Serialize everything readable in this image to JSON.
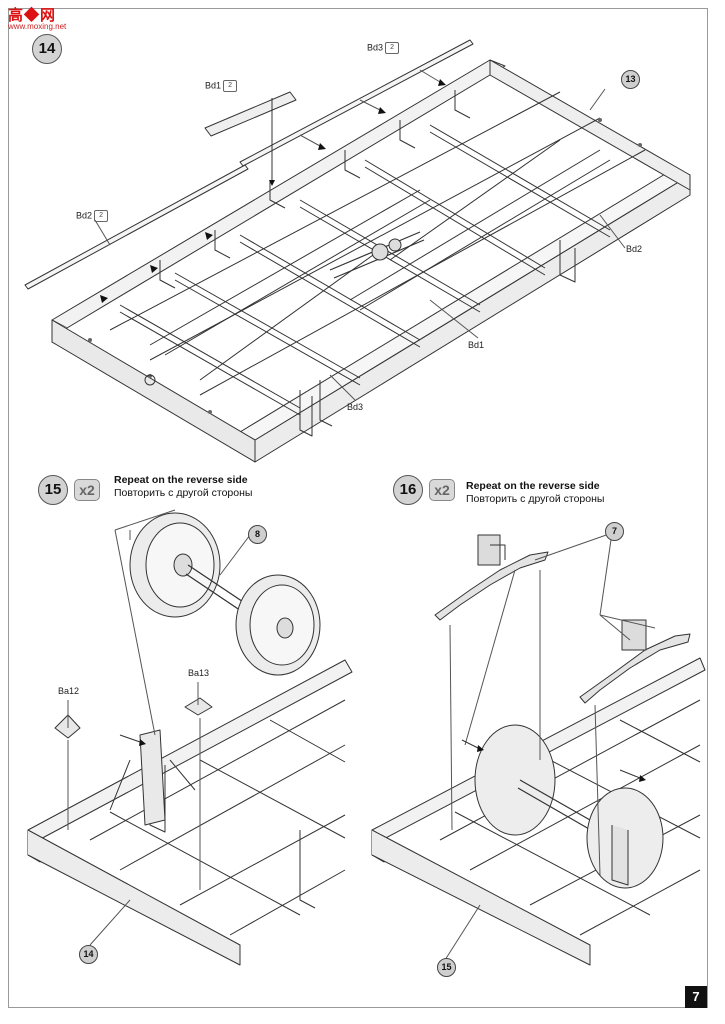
{
  "watermark": {
    "text": "高◆网",
    "sub": "www.moxing.net"
  },
  "steps": [
    {
      "number": "14",
      "multiplier": ""
    },
    {
      "number": "15",
      "multiplier": "x2"
    },
    {
      "number": "16",
      "multiplier": "x2"
    }
  ],
  "instructions": {
    "step15": {
      "en": "Repeat on the reverse side",
      "ru": "Повторить с другой стороны"
    },
    "step16": {
      "en": "Repeat on the reverse side",
      "ru": "Повторить с другой стороны"
    }
  },
  "step14_parts": {
    "bd1_top": {
      "label": "Bd1",
      "count": "2"
    },
    "bd3_top": {
      "label": "Bd3",
      "count": "2"
    },
    "bd2_left": {
      "label": "Bd2",
      "count": "2"
    },
    "bd2_right": {
      "label": "Bd2"
    },
    "bd1_bottom": {
      "label": "Bd1"
    },
    "bd3_bottom": {
      "label": "Bd3"
    }
  },
  "step15_parts": {
    "ba12": {
      "label": "Ba12"
    },
    "ba13": {
      "label": "Ba13"
    }
  },
  "callouts": {
    "c13": "13",
    "c8": "8",
    "c14": "14",
    "c7": "7",
    "c15": "15"
  },
  "page_number": "7"
}
